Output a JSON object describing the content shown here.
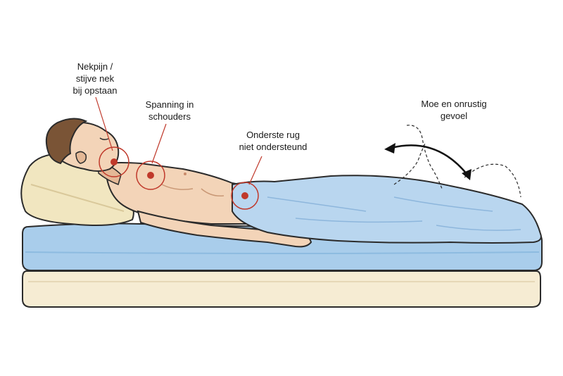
{
  "annotations": {
    "neck": "Nekpijn /\nstijve nek\nbij opstaan",
    "shoulders": "Spanning in\nschouders",
    "lower_back": "Onderste rug\nniet ondersteund",
    "restless": "Moe en onrustig\ngevoel"
  },
  "colors": {
    "skin": "#f3d4b8",
    "skin_shadow": "#e4b896",
    "hair": "#7a5436",
    "blanket": "#b9d6ef",
    "mattress": "#a9cdeb",
    "bed_base": "#f6ecd3",
    "pillow": "#f1e6c0",
    "pain_marker": "#c0392b"
  }
}
